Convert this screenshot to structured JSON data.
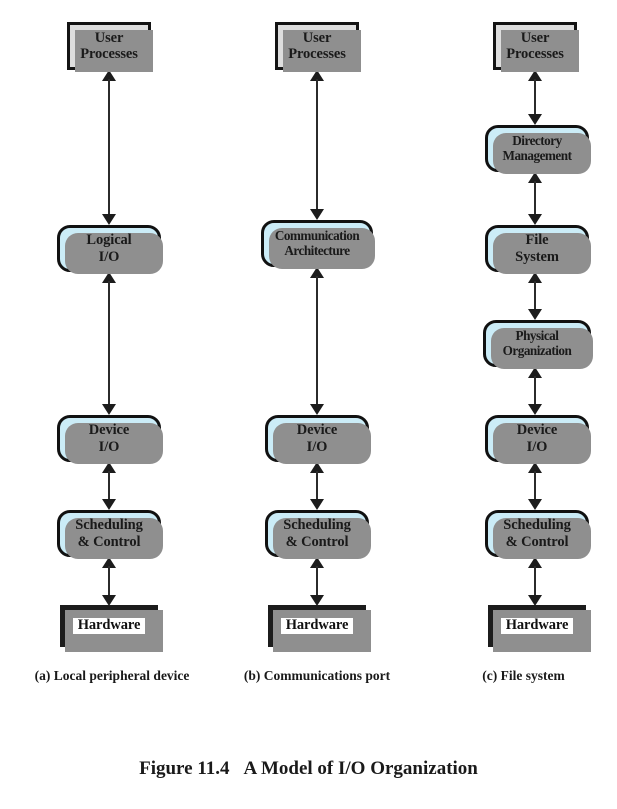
{
  "figure": {
    "caption_number": "Figure 11.4",
    "caption_title": "A Model of I/O Organization"
  },
  "columns": [
    {
      "id": "local-peripheral-device",
      "subcaption": "(a) Local peripheral device",
      "nodes": [
        {
          "id": "user-processes",
          "label": "User\nProcesses",
          "style": "rect"
        },
        {
          "id": "logical-io",
          "label": "Logical\nI/O",
          "style": "round"
        },
        {
          "id": "device-io",
          "label": "Device\nI/O",
          "style": "round"
        },
        {
          "id": "scheduling-control",
          "label": "Scheduling\n& Control",
          "style": "round"
        },
        {
          "id": "hardware",
          "label": "Hardware",
          "style": "hardware"
        }
      ]
    },
    {
      "id": "communications-port",
      "subcaption": "(b) Communications port",
      "nodes": [
        {
          "id": "user-processes",
          "label": "User\nProcesses",
          "style": "rect"
        },
        {
          "id": "communication-architecture",
          "label": "Communication\nArchitecture",
          "style": "round"
        },
        {
          "id": "device-io",
          "label": "Device\nI/O",
          "style": "round"
        },
        {
          "id": "scheduling-control",
          "label": "Scheduling\n& Control",
          "style": "round"
        },
        {
          "id": "hardware",
          "label": "Hardware",
          "style": "hardware"
        }
      ]
    },
    {
      "id": "file-system",
      "subcaption": "(c) File system",
      "nodes": [
        {
          "id": "user-processes",
          "label": "User\nProcesses",
          "style": "rect"
        },
        {
          "id": "directory-management",
          "label": "Directory\nManagement",
          "style": "round"
        },
        {
          "id": "file-system",
          "label": "File\nSystem",
          "style": "round"
        },
        {
          "id": "physical-organization",
          "label": "Physical\nOrganization",
          "style": "round"
        },
        {
          "id": "device-io",
          "label": "Device\nI/O",
          "style": "round"
        },
        {
          "id": "scheduling-control",
          "label": "Scheduling\n& Control",
          "style": "round"
        },
        {
          "id": "hardware",
          "label": "Hardware",
          "style": "hardware"
        }
      ]
    }
  ],
  "colors": {
    "rect_fill": "#dedede",
    "round_fill": "#cbecf7",
    "hardware_fill": "#1c1c1c",
    "border": "#111111",
    "shadow": "#8f8f8f",
    "arrow": "#2b2b2b",
    "background": "#ffffff"
  }
}
